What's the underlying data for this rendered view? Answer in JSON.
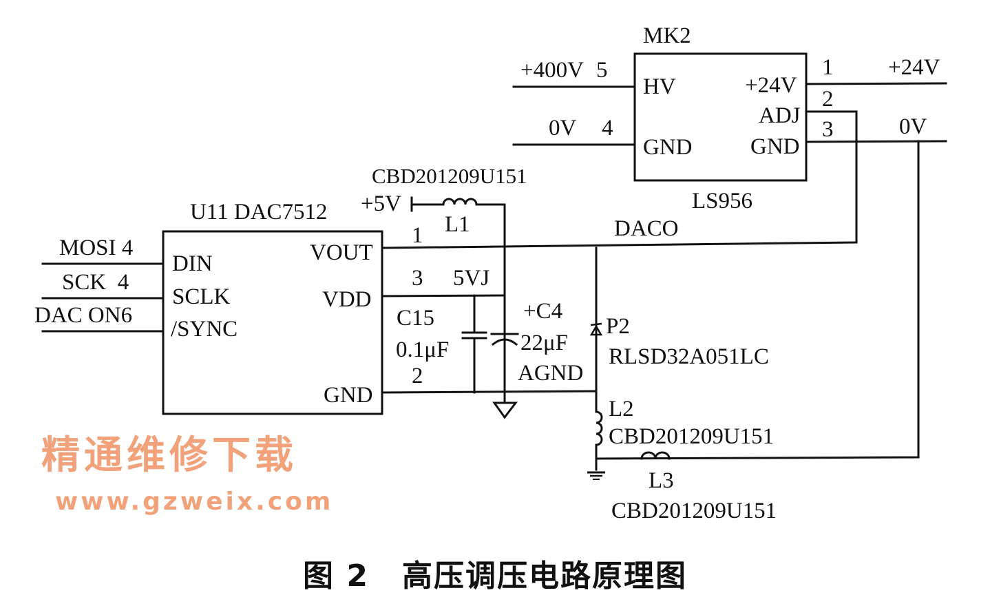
{
  "colors": {
    "ink": "#111111",
    "watermark": "#f2a27a",
    "background": "#ffffff"
  },
  "mk2": {
    "ref": "MK2",
    "part": "LS956",
    "pins_left": [
      {
        "net": "+400V",
        "num": "5",
        "name": "HV"
      },
      {
        "net": "0V",
        "num": "4",
        "name": "GND"
      }
    ],
    "pins_right": [
      {
        "name": "+24V",
        "num": "1",
        "net": "+24V"
      },
      {
        "name": "ADJ",
        "num": "2"
      },
      {
        "name": "GND",
        "num": "3",
        "net": "0V"
      }
    ]
  },
  "u11": {
    "ref_part": "U11 DAC7512",
    "pins_left": [
      {
        "net": "MOSI 4",
        "name": "DIN"
      },
      {
        "net": "SCK  4",
        "name": "SCLK"
      },
      {
        "net": "DAC ON6",
        "name": "/SYNC"
      }
    ],
    "pins_right": [
      {
        "name": "VOUT",
        "num": "1"
      },
      {
        "name": "VDD",
        "num": "3"
      },
      {
        "name": "GND",
        "num": "2"
      }
    ]
  },
  "power": {
    "plus5v": "+5V",
    "net_5vj": "5VJ",
    "net_daco": "DACO",
    "agnd": "AGND"
  },
  "l1": {
    "ref": "L1",
    "part": "CBD201209U151"
  },
  "l2": {
    "ref": "L2",
    "part": "CBD201209U151"
  },
  "l3": {
    "ref": "L3",
    "part": "CBD201209U151"
  },
  "c15": {
    "ref": "C15",
    "value": "0.1μF"
  },
  "c4": {
    "ref": "+C4",
    "value": "22μF"
  },
  "p2": {
    "ref": "P2",
    "part": "RLSD32A051LC"
  },
  "watermark": {
    "cn": "精通维修下载",
    "url": "www.gzweix.com"
  },
  "caption": {
    "figure": "图 2",
    "title": "高压调压电路原理图"
  }
}
